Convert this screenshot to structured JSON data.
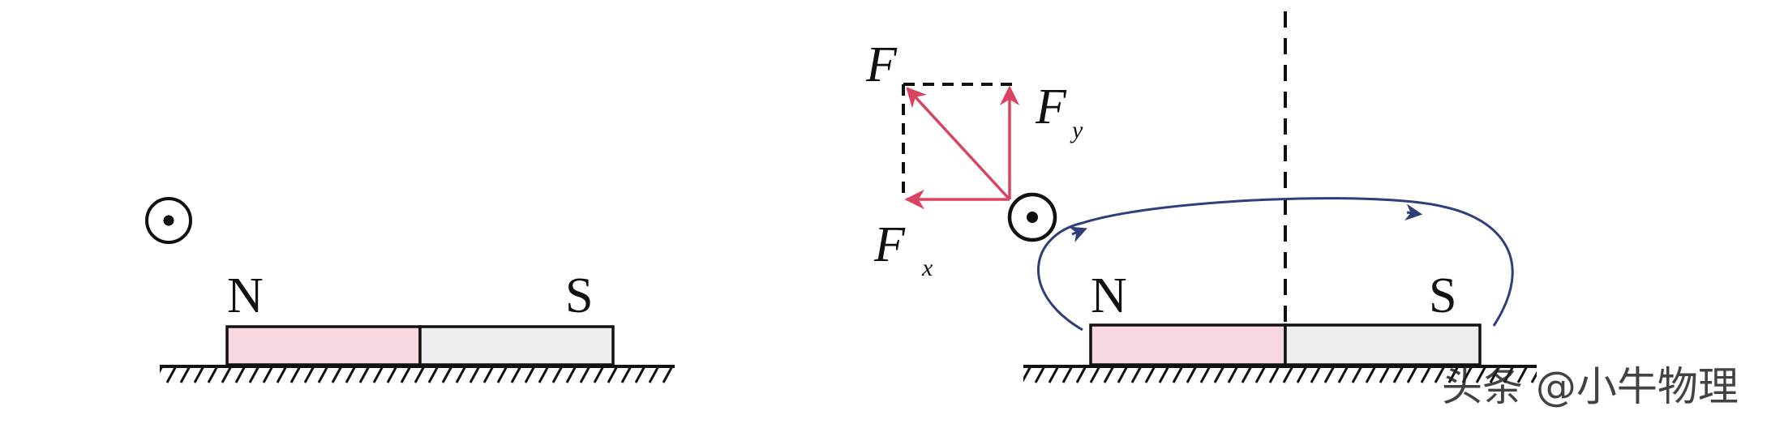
{
  "left_figure": {
    "pole_north": "N",
    "pole_south": "S",
    "colors": {
      "north_half": "#f7d8df",
      "south_half": "#eeeeee"
    }
  },
  "right_figure": {
    "pole_north": "N",
    "pole_south": "S",
    "force_labels": {
      "f": "F",
      "fx": "F",
      "fx_sub": "x",
      "fy": "F",
      "fy_sub": "y"
    },
    "colors": {
      "force_arrows": "#d9435f",
      "field_line": "#2e3f7a",
      "north_half": "#f7d8df",
      "south_half": "#eeeeee"
    }
  },
  "watermark": "头条 @小牛物理",
  "icons": [
    "current-out-of-page-icon",
    "current-out-of-page-icon"
  ]
}
